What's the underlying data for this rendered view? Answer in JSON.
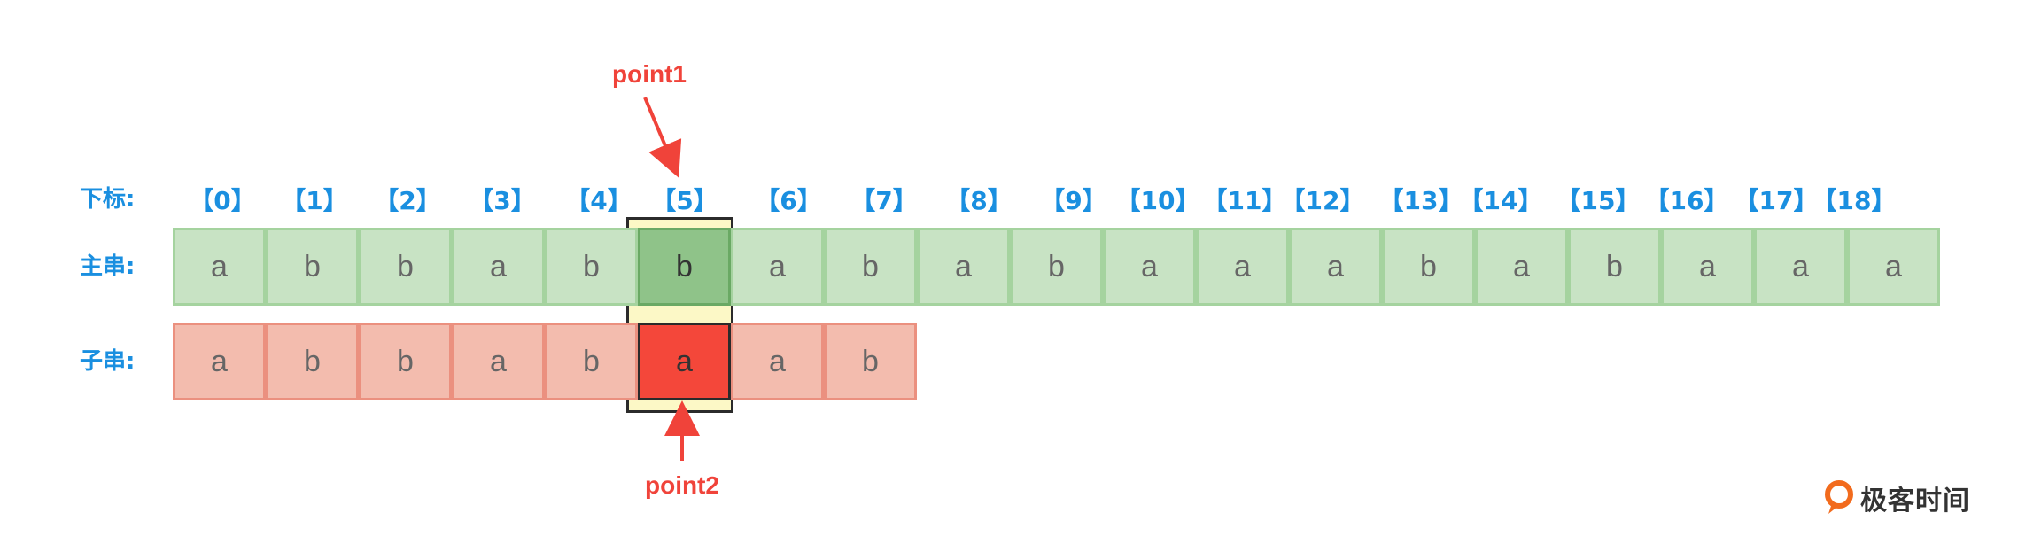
{
  "labels": {
    "index_row": "下标:",
    "main_row": "主串:",
    "sub_row": "子串:"
  },
  "indices": [
    "【0】",
    "【1】",
    "【2】",
    "【3】",
    "【4】",
    "【5】",
    "【6】",
    "【7】",
    "【8】",
    "【9】",
    "【10】",
    "【11】",
    "【12】",
    "【13】",
    "【14】",
    "【15】",
    "【16】",
    "【17】",
    "【18】"
  ],
  "main_string": [
    "a",
    "b",
    "b",
    "a",
    "b",
    "b",
    "a",
    "b",
    "a",
    "b",
    "a",
    "a",
    "a",
    "b",
    "a",
    "b",
    "a",
    "a",
    "a"
  ],
  "sub_string": [
    "a",
    "b",
    "b",
    "a",
    "b",
    "a",
    "a",
    "b"
  ],
  "highlight_index": 5,
  "pointers": {
    "point1": "point1",
    "point2": "point2"
  },
  "colors": {
    "main_fill": "#c8e3c4",
    "main_highlight": "#8fc389",
    "sub_fill": "#f3bcae",
    "sub_highlight": "#f4473a",
    "index_text": "#1a8fe0",
    "pointer": "#f0433a",
    "focus_frame_fill": "#fcf8c6"
  },
  "logo": {
    "text": "极客时间",
    "icon": "geektime-logo-icon"
  }
}
